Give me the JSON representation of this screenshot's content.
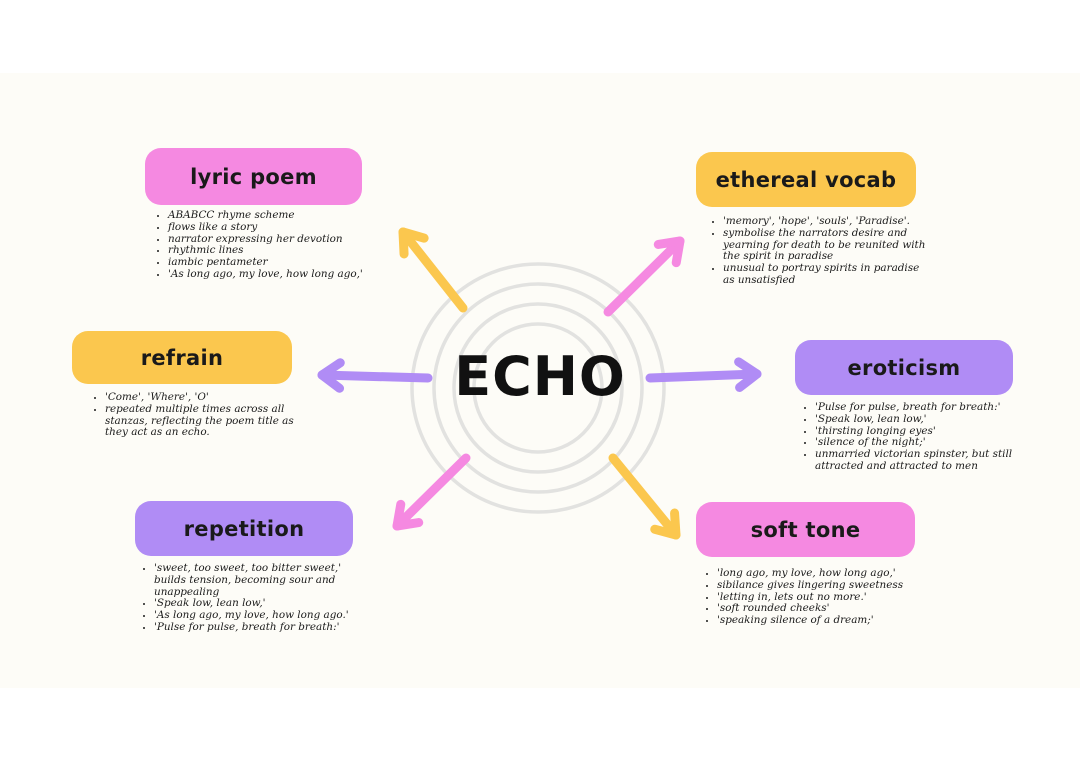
{
  "center": {
    "title": "ECHO"
  },
  "colors": {
    "pink": "#f589e1",
    "yellow": "#fbc74e",
    "purple": "#b08cf5",
    "rings": "#e2e2e0"
  },
  "nodes": {
    "lyric_poem": {
      "title": "lyric poem",
      "color": "pink",
      "points": [
        "ABABCC rhyme scheme",
        "flows like a story",
        "narrator expressing her devotion",
        "rhythmic lines",
        "iambic pentameter",
        "'As long ago, my love, how long ago,'"
      ]
    },
    "ethereal_vocab": {
      "title": "ethereal vocab",
      "color": "yellow",
      "points": [
        "'memory', 'hope', 'souls', 'Paradise'.",
        "symbolise the narrators desire and yearning for death to be reunited with the spirit in paradise",
        "unusual to portray spirits in paradise as unsatisfied"
      ]
    },
    "refrain": {
      "title": "refrain",
      "color": "yellow",
      "points": [
        "'Come', 'Where', 'O'",
        "repeated multiple times across all stanzas, reflecting the poem title as they act as an echo."
      ]
    },
    "eroticism": {
      "title": "eroticism",
      "color": "purple",
      "points": [
        "'Pulse for pulse, breath for breath:'",
        "'Speak low, lean low,'",
        "'thirsting longing eyes'",
        "'silence of the night;'",
        "unmarried victorian spinster, but still attracted and attracted to men"
      ]
    },
    "repetition": {
      "title": "repetition",
      "color": "purple",
      "points": [
        "'sweet, too sweet, too bitter sweet,' builds tension, becoming sour and unappealing",
        "'Speak low, lean low,'",
        "'As long ago, my love, how long ago.'",
        "'Pulse for pulse, breath for breath:'"
      ]
    },
    "soft_tone": {
      "title": "soft tone",
      "color": "pink",
      "points": [
        "'long ago, my love, how long ago,'",
        "sibilance gives lingering sweetness",
        "'letting in, lets out no more.'",
        "'soft rounded cheeks'",
        "'speaking silence of a dream;'"
      ]
    }
  }
}
